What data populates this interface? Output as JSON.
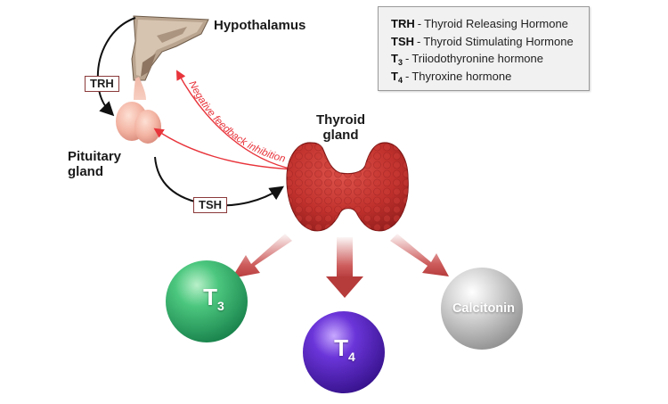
{
  "labels": {
    "hypothalamus": "Hypothalamus",
    "pituitary_line1": "Pituitary",
    "pituitary_line2": "gland",
    "thyroid_line1": "Thyroid",
    "thyroid_line2": "gland",
    "trh_box": "TRH",
    "tsh_box": "TSH",
    "feedback": "Negative feedback inhibition"
  },
  "legend": [
    {
      "abbr": "TRH",
      "sub": "",
      "desc": "Thyroid Releasing Hormone"
    },
    {
      "abbr": "TSH",
      "sub": "",
      "desc": "Thyroid Stimulating Hormone"
    },
    {
      "abbr": "T",
      "sub": "3",
      "desc": "Triiodothyronine hormone"
    },
    {
      "abbr": "T",
      "sub": "4",
      "desc": "Thyroxine hormone"
    }
  ],
  "hormones": {
    "t3": {
      "main": "T",
      "sub": "3"
    },
    "t4": {
      "main": "T",
      "sub": "4"
    },
    "calcitonin": "Calcitonin"
  },
  "colors": {
    "feedback": "#e8343b",
    "box_border": "#8b3a3a",
    "thyroid": "#c6302e",
    "big_arrow": "#c84a4a",
    "t3": "#2fb36a",
    "t4": "#5b2bc3",
    "calcitonin": "#c9c9c9"
  }
}
